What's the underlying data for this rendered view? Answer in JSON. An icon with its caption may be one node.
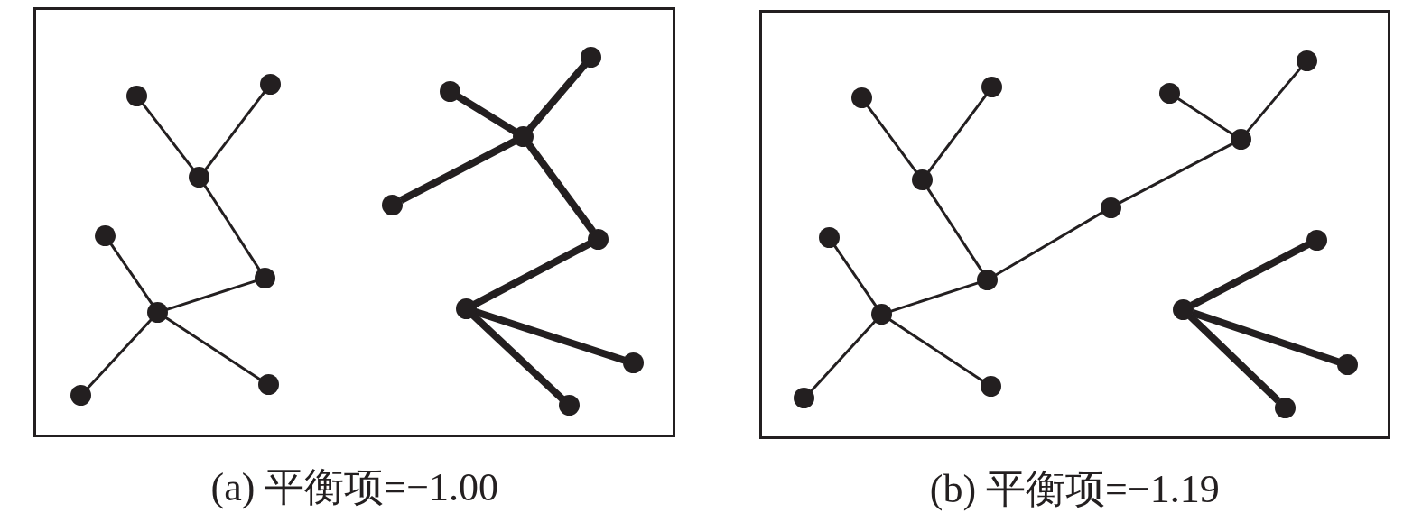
{
  "diagram": {
    "nodes": [
      {
        "text": [],
        "shape": "box",
        "beside": [
          "(a) 平衡项=−1.00"
        ]
      },
      {
        "text": [],
        "shape": "circle",
        "in": 0
      },
      {
        "text": [],
        "shape": "circle",
        "in": 0
      },
      {
        "text": [],
        "shape": "circle",
        "in": 0
      },
      {
        "text": [],
        "shape": "circle",
        "in": 0
      },
      {
        "text": [],
        "shape": "circle",
        "in": 0
      },
      {
        "text": [],
        "shape": "circle",
        "in": 0
      },
      {
        "text": [],
        "shape": "circle",
        "in": 0
      },
      {
        "text": [],
        "shape": "circle",
        "in": 0
      },
      {
        "text": [],
        "shape": "circle",
        "in": 0
      },
      {
        "text": [],
        "shape": "circle",
        "in": 0
      },
      {
        "text": [],
        "shape": "circle",
        "in": 0
      },
      {
        "text": [],
        "shape": "circle",
        "in": 0
      },
      {
        "text": [],
        "shape": "circle",
        "in": 0
      },
      {
        "text": [],
        "shape": "circle",
        "in": 0
      },
      {
        "text": [],
        "shape": "circle",
        "in": 0
      },
      {
        "text": [],
        "shape": "circle",
        "in": 0
      },
      {
        "text": [],
        "shape": "box",
        "beside": [
          "(b) 平衡项=−1.19"
        ]
      },
      {
        "text": [],
        "shape": "circle",
        "in": 17
      },
      {
        "text": [],
        "shape": "circle",
        "in": 17
      },
      {
        "text": [],
        "shape": "circle",
        "in": 17
      },
      {
        "text": [],
        "shape": "circle",
        "in": 17
      },
      {
        "text": [],
        "shape": "circle",
        "in": 17
      },
      {
        "text": [],
        "shape": "circle",
        "in": 17
      },
      {
        "text": [],
        "shape": "circle",
        "in": 17
      },
      {
        "text": [],
        "shape": "circle",
        "in": 17
      },
      {
        "text": [],
        "shape": "circle",
        "in": 17
      },
      {
        "text": [],
        "shape": "circle",
        "in": 17
      },
      {
        "text": [],
        "shape": "circle",
        "in": 17
      },
      {
        "text": [],
        "shape": "circle",
        "in": 17
      },
      {
        "text": [],
        "shape": "circle",
        "in": 17
      },
      {
        "text": [],
        "shape": "circle",
        "in": 17
      },
      {
        "text": [],
        "shape": "circle",
        "in": 17
      },
      {
        "text": [],
        "shape": "circle",
        "in": 17
      }
    ],
    "edges": [
      {
        "from": 1,
        "to": 3,
        "arrow": "none"
      },
      {
        "from": 2,
        "to": 3,
        "arrow": "none"
      },
      {
        "from": 3,
        "to": 5,
        "arrow": "none"
      },
      {
        "from": 5,
        "to": 6,
        "arrow": "none"
      },
      {
        "from": 4,
        "to": 6,
        "arrow": "none"
      },
      {
        "from": 6,
        "to": 7,
        "arrow": "none"
      },
      {
        "from": 6,
        "to": 8,
        "arrow": "none"
      },
      {
        "from": 9,
        "to": 11,
        "arrow": "none",
        "style": "thick"
      },
      {
        "from": 10,
        "to": 11,
        "arrow": "none",
        "style": "thick"
      },
      {
        "from": 11,
        "to": 12,
        "arrow": "none",
        "style": "thick"
      },
      {
        "from": 11,
        "to": 13,
        "arrow": "none",
        "style": "thick"
      },
      {
        "from": 13,
        "to": 14,
        "arrow": "none",
        "style": "thick"
      },
      {
        "from": 14,
        "to": 15,
        "arrow": "none",
        "style": "thick"
      },
      {
        "from": 14,
        "to": 16,
        "arrow": "none",
        "style": "thick"
      },
      {
        "from": 18,
        "to": 20,
        "arrow": "none"
      },
      {
        "from": 19,
        "to": 20,
        "arrow": "none"
      },
      {
        "from": 20,
        "to": 22,
        "arrow": "none"
      },
      {
        "from": 22,
        "to": 23,
        "arrow": "none"
      },
      {
        "from": 21,
        "to": 23,
        "arrow": "none"
      },
      {
        "from": 23,
        "to": 24,
        "arrow": "none"
      },
      {
        "from": 23,
        "to": 25,
        "arrow": "none"
      },
      {
        "from": 22,
        "to": 26,
        "arrow": "none"
      },
      {
        "from": 26,
        "to": 27,
        "arrow": "none"
      },
      {
        "from": 27,
        "to": 28,
        "arrow": "none"
      },
      {
        "from": 27,
        "to": 29,
        "arrow": "none"
      },
      {
        "from": 30,
        "to": 31,
        "arrow": "none",
        "style": "thick"
      },
      {
        "from": 30,
        "to": 32,
        "arrow": "none",
        "style": "thick"
      },
      {
        "from": 30,
        "to": 33,
        "arrow": "none",
        "style": "thick"
      }
    ]
  }
}
